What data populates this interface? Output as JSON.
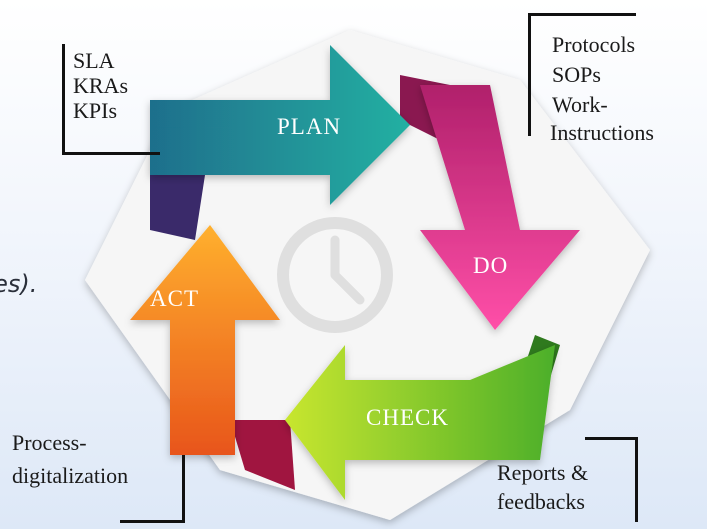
{
  "cycle": {
    "stages": [
      {
        "name": "PLAN",
        "color": "#1f9aa3"
      },
      {
        "name": "DO",
        "color": "#e8348f"
      },
      {
        "name": "CHECK",
        "color": "#9ed12a"
      },
      {
        "name": "ACT",
        "color": "#f48a1d"
      }
    ],
    "center_icon": "clock-icon"
  },
  "annotations": {
    "plan": [
      "SLA",
      "KRAs",
      "KPIs"
    ],
    "do": [
      "Protocols",
      "SOPs",
      "Work-",
      "Instructions"
    ],
    "check": [
      "Reports &",
      "feedbacks"
    ],
    "act": [
      "Process-",
      "digitalization"
    ]
  },
  "clipped_text": "ures)."
}
